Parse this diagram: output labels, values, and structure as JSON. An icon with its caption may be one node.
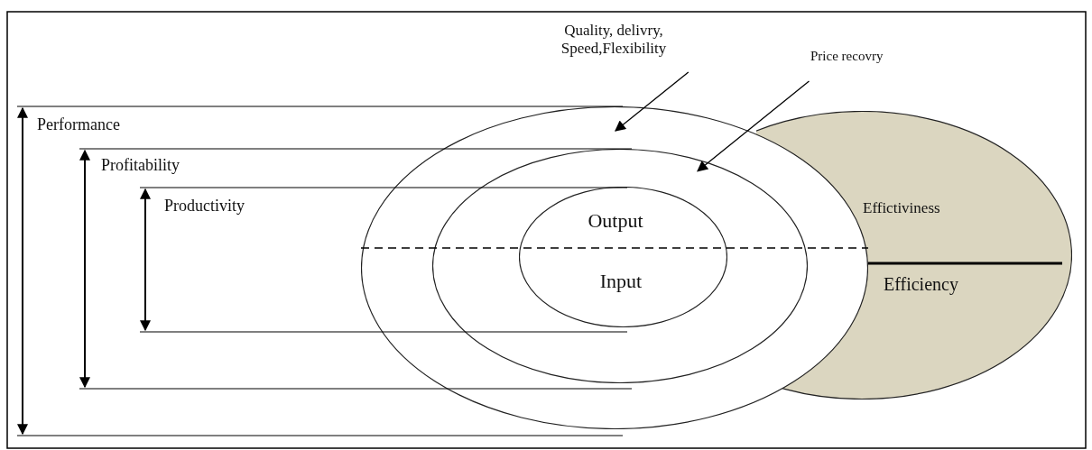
{
  "diagram": {
    "nodes": [
      {
        "text": [],
        "shape": "circle"
      },
      {
        "text": [],
        "shape": "circle",
        "in": 0
      },
      {
        "text": [
          "Output",
          "Input"
        ],
        "in": 1
      },
      {
        "text": [
          "Effictiviness",
          "Efficiency"
        ]
      },
      {
        "text": [
          "Quality, delivry, Speed,Flexibility"
        ]
      },
      {
        "text": [
          "Price recovry"
        ]
      }
    ],
    "edges": [
      {
        "from": 4,
        "to": 0,
        "arrow": "to"
      },
      {
        "from": 5,
        "to": 1,
        "arrow": "to"
      }
    ],
    "labels": [
      "Performance",
      "Profitability",
      "Productivity"
    ]
  }
}
